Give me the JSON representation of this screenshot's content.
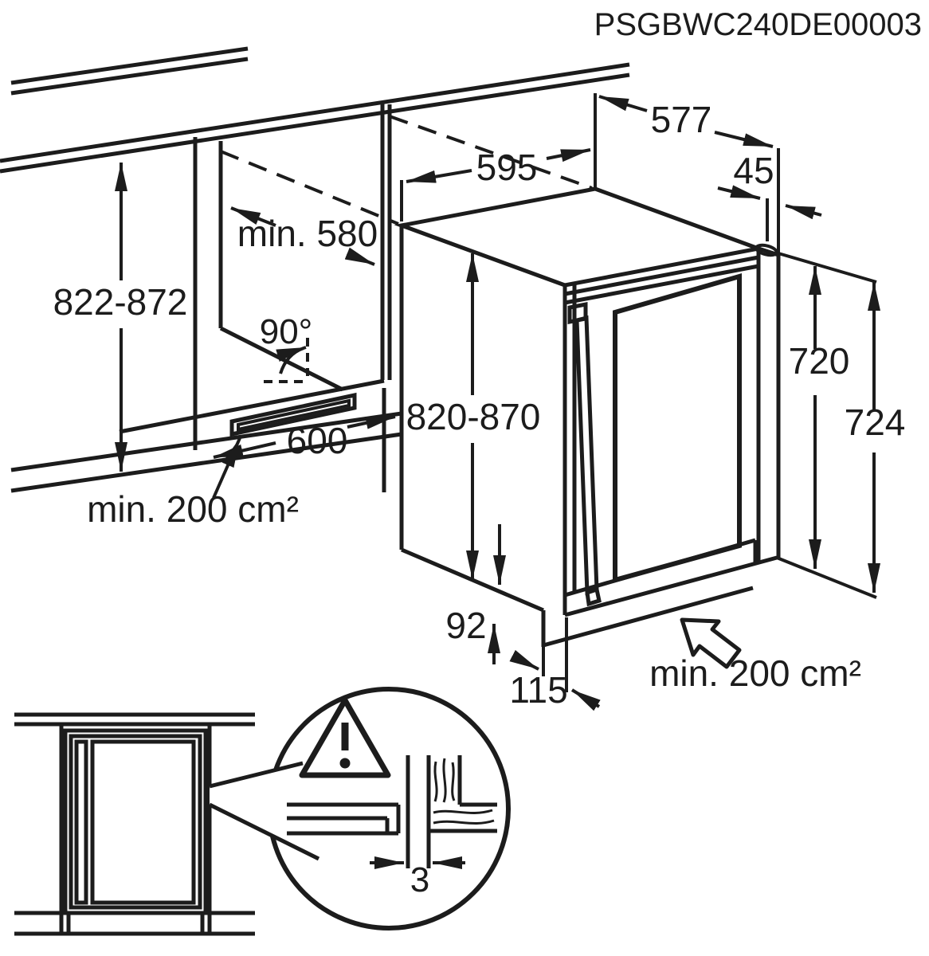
{
  "title": "PSGBWC240DE00003",
  "colors": {
    "line": "#1c1c1c",
    "background": "#ffffff"
  },
  "dims": {
    "niche_width": "595",
    "appliance_depth": "577",
    "front_clearance": "45",
    "niche_depth": "min. 580",
    "niche_height": "822-872",
    "plinth_angle": "90°",
    "appliance_height": "820-870",
    "vent_cutout_width": "600",
    "vent_area_plinth": "min. 200 cm²",
    "door_height": "720",
    "overall_height": "724",
    "plinth_height": "92",
    "plinth_recess": "115",
    "vent_area_rear": "min. 200 cm²",
    "door_side_gap": "3"
  }
}
